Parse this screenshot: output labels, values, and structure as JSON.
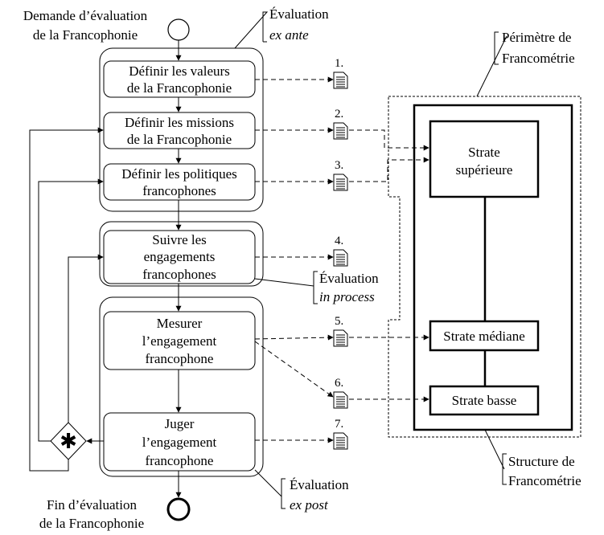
{
  "start_label": [
    "Demande d’évaluation",
    "de la Francophonie"
  ],
  "end_label": [
    "Fin d’évaluation",
    "de la Francophonie"
  ],
  "annotations": {
    "ex_ante": {
      "line1": "Évaluation",
      "line2": "ex ante"
    },
    "in_process": {
      "line1": "Évaluation",
      "line2": "in process"
    },
    "ex_post": {
      "line1": "Évaluation",
      "line2": "ex post"
    },
    "perimetre": {
      "line1": "Périmètre de",
      "line2": "Francométrie"
    },
    "structure": {
      "line1": "Structure de",
      "line2": "Francométrie"
    }
  },
  "activities": {
    "valeurs": [
      "Définir les valeurs",
      "de la Francophonie"
    ],
    "missions": [
      "Définir les missions",
      "de la Francophonie"
    ],
    "politiques": [
      "Définir les politiques",
      "francophones"
    ],
    "suivre": [
      "Suivre les",
      "engagements",
      "francophones"
    ],
    "mesurer": [
      "Mesurer",
      "l’engagement",
      "francophone"
    ],
    "juger": [
      "Juger",
      "l’engagement",
      "francophone"
    ]
  },
  "documents": [
    "1.",
    "2.",
    "3.",
    "4.",
    "5.",
    "6.",
    "7."
  ],
  "strata": {
    "superieure": [
      "Strate",
      "supérieure"
    ],
    "mediane": "Strate médiane",
    "basse": "Strate basse"
  },
  "gateway_symbol": "✱"
}
